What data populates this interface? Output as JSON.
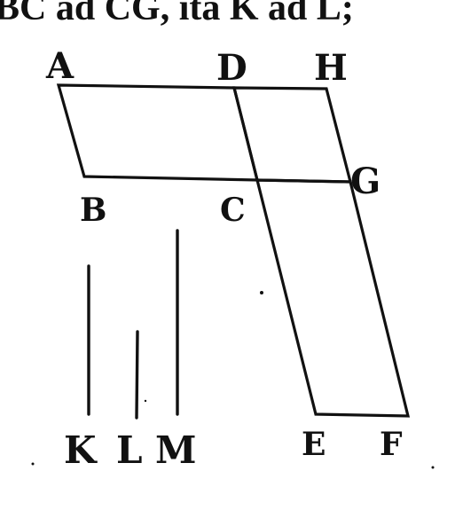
{
  "caption": "BC ad CG, ita K ad L;",
  "points": {
    "A": "A",
    "B": "B",
    "C": "C",
    "D": "D",
    "E": "E",
    "F": "F",
    "G": "G",
    "H": "H"
  },
  "segments": {
    "K": "K",
    "L": "L",
    "M": "M"
  },
  "colors": {
    "ink": "#111111",
    "paper": "#ffffff"
  }
}
